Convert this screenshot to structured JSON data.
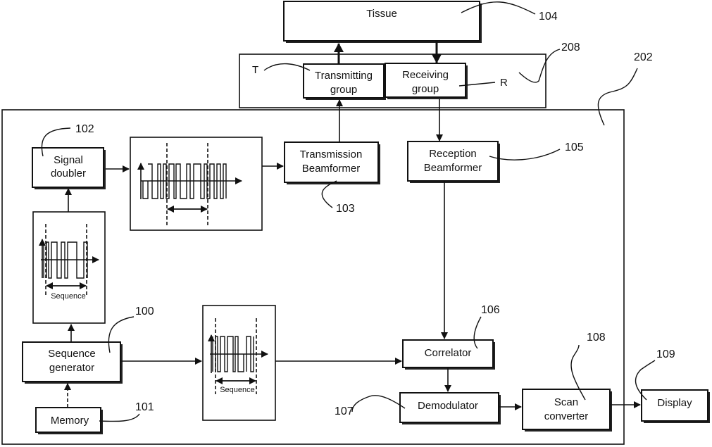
{
  "blocks": {
    "tissue": {
      "label": "Tissue",
      "ref": "104"
    },
    "transmitting_group": {
      "line1": "Transmitting",
      "line2": "group",
      "tag": "T"
    },
    "receiving_group": {
      "line1": "Receiving",
      "line2": "group",
      "tag": "R"
    },
    "probe_ref": "208",
    "system_ref": "202",
    "signal_doubler": {
      "line1": "Signal",
      "line2": "doubler",
      "ref": "102"
    },
    "transmission_beamformer": {
      "line1": "Transmission",
      "line2": "Beamformer",
      "ref": "103"
    },
    "reception_beamformer": {
      "line1": "Reception",
      "line2": "Beamformer",
      "ref": "105"
    },
    "sequence_generator": {
      "line1": "Sequence",
      "line2": "generator",
      "ref": "100"
    },
    "memory": {
      "label": "Memory",
      "ref": "101"
    },
    "correlator": {
      "label": "Correlator",
      "ref": "106"
    },
    "demodulator": {
      "label": "Demodulator",
      "ref": "107"
    },
    "scan_converter": {
      "line1": "Scan",
      "line2": "converter",
      "ref": "108"
    },
    "display": {
      "label": "Display",
      "ref": "109"
    }
  },
  "waveforms": {
    "sequence_label_1": "Sequence",
    "sequence_label_2": "Sequence"
  }
}
